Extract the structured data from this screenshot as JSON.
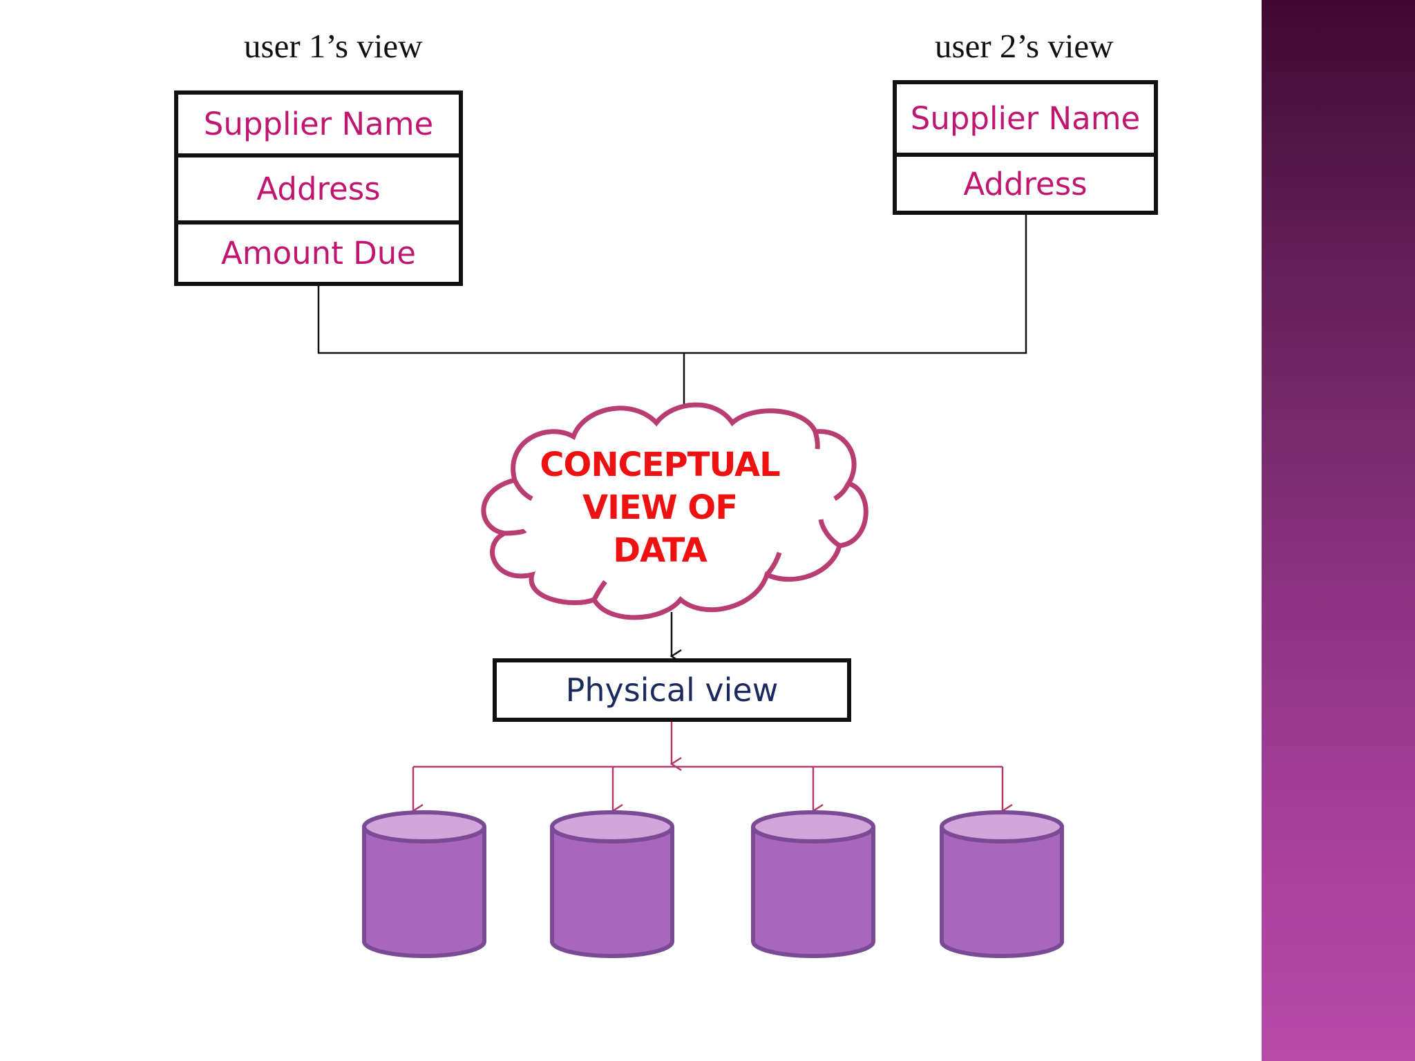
{
  "user1": {
    "heading": "user 1’s view",
    "fields": [
      "Supplier Name",
      "Address",
      "Amount Due"
    ]
  },
  "user2": {
    "heading": "user 2’s view",
    "fields": [
      "Supplier Name",
      "Address"
    ]
  },
  "conceptual": {
    "lines": [
      "CONCEPTUAL",
      "VIEW OF",
      "DATA"
    ]
  },
  "physical": {
    "label": "Physical view"
  },
  "storage": {
    "count": 4
  },
  "colors": {
    "field_text": "#c0166f",
    "cloud_stroke": "#b83d72",
    "concept_text": "#ee1111",
    "physical_text": "#1b2a5e",
    "cylinder_fill": "#a966bd",
    "cylinder_top": "#d2a6dc",
    "cylinder_stroke": "#7a4a94",
    "connector_pink": "#b23a6e"
  }
}
